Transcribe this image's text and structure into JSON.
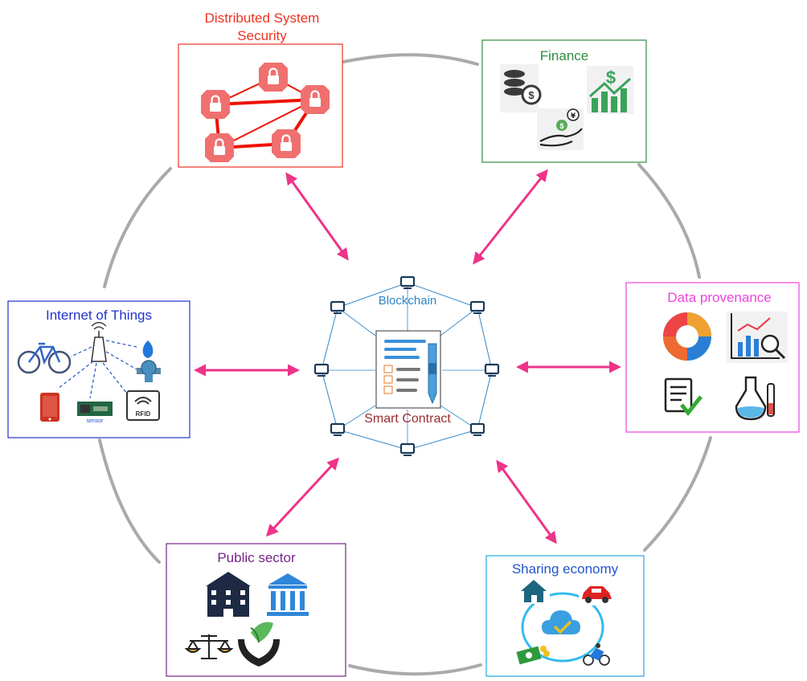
{
  "center": {
    "network_label": "Blockchain",
    "contract_label": "Smart Contract"
  },
  "domains": {
    "security": {
      "title_line1": "Distributed System",
      "title_line2": "Security"
    },
    "finance": {
      "title": "Finance"
    },
    "iot": {
      "title": "Internet of Things",
      "sensor_label": "sensor",
      "rfid_label": "RFID"
    },
    "provenance": {
      "title": "Data provenance"
    },
    "public": {
      "title": "Public sector"
    },
    "sharing": {
      "title": "Sharing economy"
    }
  },
  "colors": {
    "security": "#ee3322",
    "finance": "#2e8b3e",
    "iot": "#2233cc",
    "provenance": "#ee44dd",
    "public": "#772288",
    "sharing": "#22aadd",
    "arrow": "#ee3388",
    "ring": "#aaaaaa",
    "network": "#2f86c9",
    "contract_text": "#9b2d2d"
  }
}
